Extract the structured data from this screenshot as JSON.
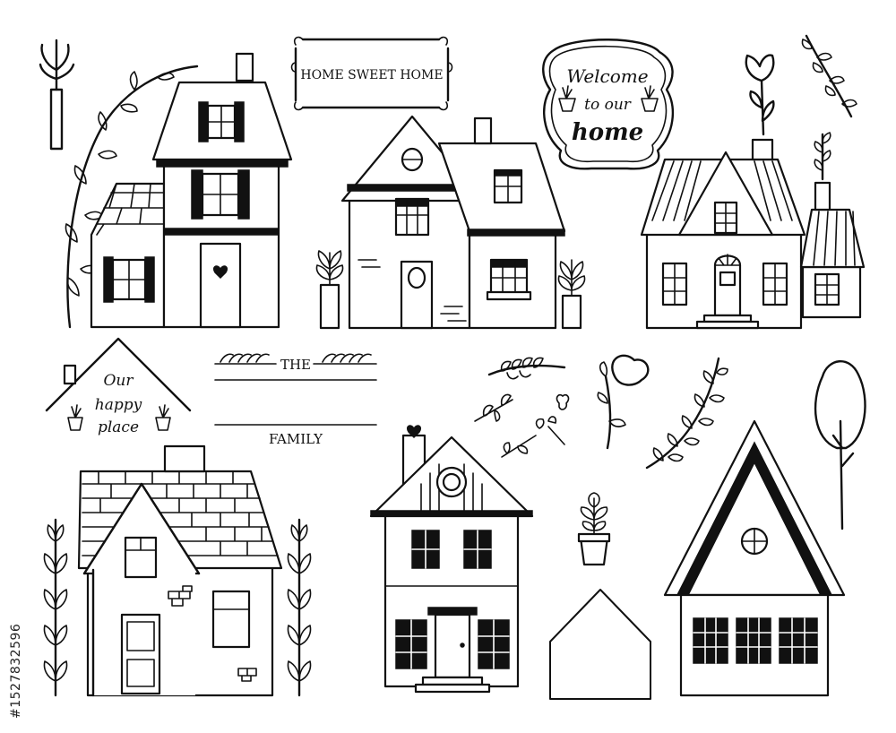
{
  "signs": {
    "home_sweet_home": "HOME SWEET HOME",
    "welcome_line1": "Welcome",
    "welcome_line2": "to our",
    "welcome_line3": "home",
    "happy_line1": "Our",
    "happy_line2": "happy",
    "happy_line3": "place",
    "the_label": "THE",
    "family_label": "FAMILY"
  },
  "stock_id": "#1527832596",
  "colors": {
    "ink": "#111111",
    "paper": "#ffffff"
  },
  "icons": [
    "house",
    "plant-pot",
    "leaf-sprig",
    "flower",
    "tree",
    "heart",
    "chimney",
    "window",
    "door"
  ]
}
